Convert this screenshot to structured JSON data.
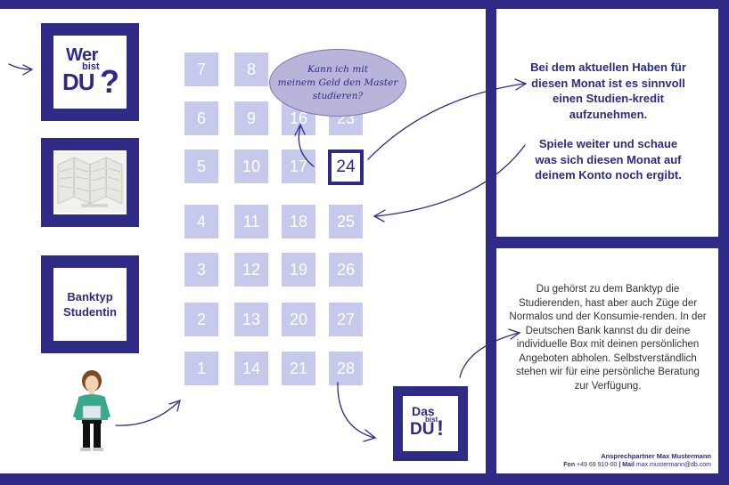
{
  "logo_wer": {
    "line1": "Wer",
    "line2": "bist",
    "line3": "DU",
    "mark": "?"
  },
  "logo_das": {
    "line1": "Das",
    "line2": "bist",
    "line3": "DU",
    "mark": "!"
  },
  "banktyp": {
    "line1": "Banktyp",
    "line2": "Studentin"
  },
  "calendar": {
    "col1": [
      "7",
      "6",
      "5",
      "4",
      "3",
      "2",
      "1"
    ],
    "col2": [
      "8",
      "9",
      "10",
      "11",
      "12",
      "13",
      "14"
    ],
    "col3": [
      "16",
      "17",
      "18",
      "19",
      "20",
      "21"
    ],
    "col4": [
      "23",
      "24",
      "25",
      "26",
      "27",
      "28"
    ],
    "active_day": "24"
  },
  "bubble": {
    "line1": "Kann ich mit",
    "line2": "meinem Geld den Master",
    "line3": "studieren?"
  },
  "info_top": {
    "p1": "Bei dem aktuellen Haben für diesen Monat ist es sinnvoll einen Studien-kredit aufzunehmen.",
    "p2": "Spiele weiter und schaue was sich diesen Monat auf deinem Konto noch ergibt."
  },
  "info_bottom": "Du gehörst zu dem Banktyp die Studierenden, hast aber auch Züge der Normalos und der Konsumie-renden. In der Deutschen Bank kannst du dir deine individuelle Box mit deinen persönlichen Angeboten abholen. Selbstverständlich stehen wir für eine persönliche Beratung zur Verfügung.",
  "contact": {
    "name": "Ansprechpartner Max Mustermann",
    "fon_label": "Fon",
    "fon": "+49 69 910-00",
    "sep": "|",
    "mail_label": "Mail",
    "mail": "max.mustermann@db.com"
  },
  "colors": {
    "brand": "#2e2a85",
    "cell": "#c6c9ec",
    "bubble": "#b9b4da",
    "person_shirt": "#3aa88a"
  },
  "icons": [
    "arrow-icon",
    "person-illustration",
    "folded-map-image"
  ]
}
